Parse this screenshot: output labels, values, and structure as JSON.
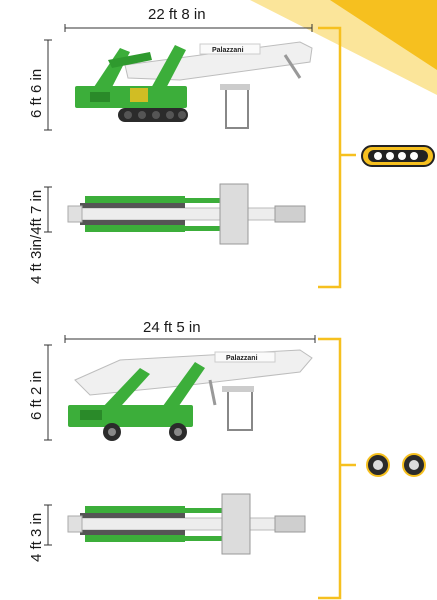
{
  "colors": {
    "accent_yellow": "#f6c01f",
    "machine_green": "#3cae3a",
    "machine_white": "#eeeeee",
    "dark": "#222222"
  },
  "top_machine": {
    "brand": "Palazzani",
    "length": "22 ft 8 in",
    "height": "6 ft 6 in",
    "width": "4 ft 3in/4ft 7 in",
    "drive_icon": "track-icon"
  },
  "bottom_machine": {
    "brand": "Palazzani",
    "length": "24 ft 5 in",
    "height": "6 ft 2 in",
    "width": "4 ft 3 in",
    "drive_icon": "wheels-icon"
  }
}
